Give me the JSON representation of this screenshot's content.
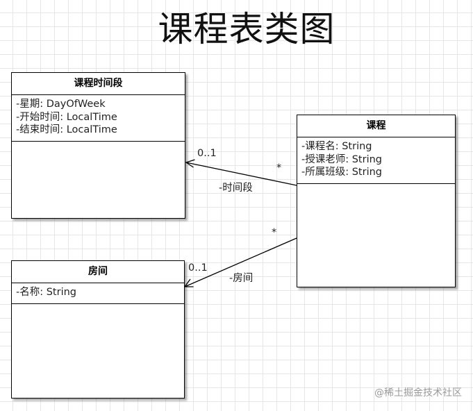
{
  "title": "课程表类图",
  "classes": {
    "timeslot": {
      "name": "课程时间段",
      "attributes": [
        "-星期: DayOfWeek",
        "-开始时间: LocalTime",
        "-结束时间: LocalTime"
      ]
    },
    "course": {
      "name": "课程",
      "attributes": [
        "-课程名: String",
        "-授课老师: String",
        "-所属班级: String"
      ]
    },
    "room": {
      "name": "房间",
      "attributes": [
        "-名称: String"
      ]
    }
  },
  "associations": {
    "course_timeslot": {
      "role": "-时间段",
      "source_multiplicity": "*",
      "target_multiplicity": "0..1"
    },
    "course_room": {
      "role": "-房间",
      "source_multiplicity": "*",
      "target_multiplicity": "0..1"
    }
  },
  "watermark": "@稀土掘金技术社区"
}
